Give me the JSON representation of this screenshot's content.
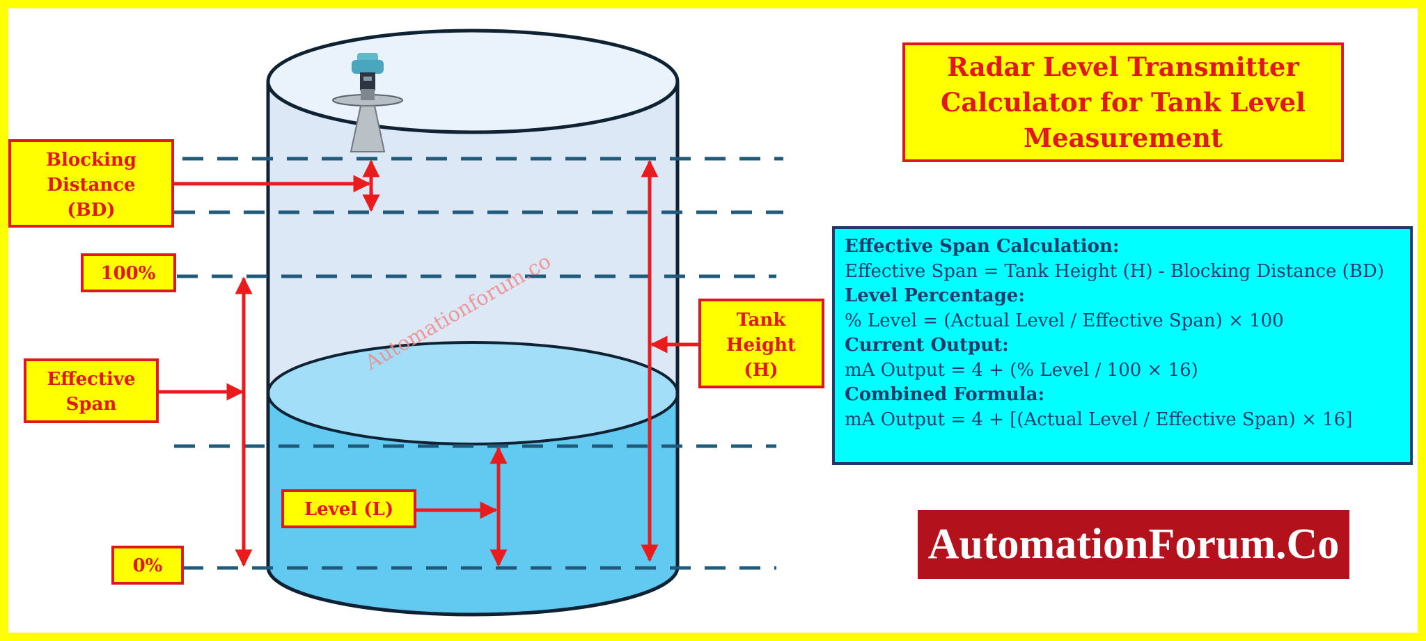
{
  "title": {
    "line1": "Radar Level Transmitter",
    "line2": "Calculator for Tank Level",
    "line3": "Measurement"
  },
  "labels": {
    "blocking_distance": [
      "Blocking",
      "Distance",
      "(BD)"
    ],
    "percent_100": "100%",
    "percent_0": "0%",
    "effective_span": [
      "Effective",
      "Span"
    ],
    "level": "Level (L)",
    "tank_height": [
      "Tank",
      "Height",
      "(H)"
    ]
  },
  "formulas": {
    "span_heading": "Effective Span Calculation:",
    "span_formula": "Effective Span = Tank Height (H) - Blocking Distance (BD)",
    "level_heading": "Level Percentage:",
    "level_formula": "% Level = (Actual Level / Effective Span) × 100",
    "current_heading": "Current Output:",
    "current_formula": "mA Output = 4 + (% Level / 100 × 16)",
    "combined_heading": "Combined Formula:",
    "combined_formula": "mA Output = 4 + [(Actual Level / Effective Span) × 16]"
  },
  "watermark": "Automationforum.co",
  "brand": "AutomationForum.Co",
  "colors": {
    "border_yellow": "#ffff00",
    "label_red": "#e0181b",
    "dashed_line": "#1f5a7a",
    "tank_top": "#dde9f6",
    "liquid": "#62c9f1",
    "formula_bg": "#00ffff",
    "brand_bg": "#b3121c"
  },
  "icons": [
    "radar-transmitter-icon"
  ]
}
